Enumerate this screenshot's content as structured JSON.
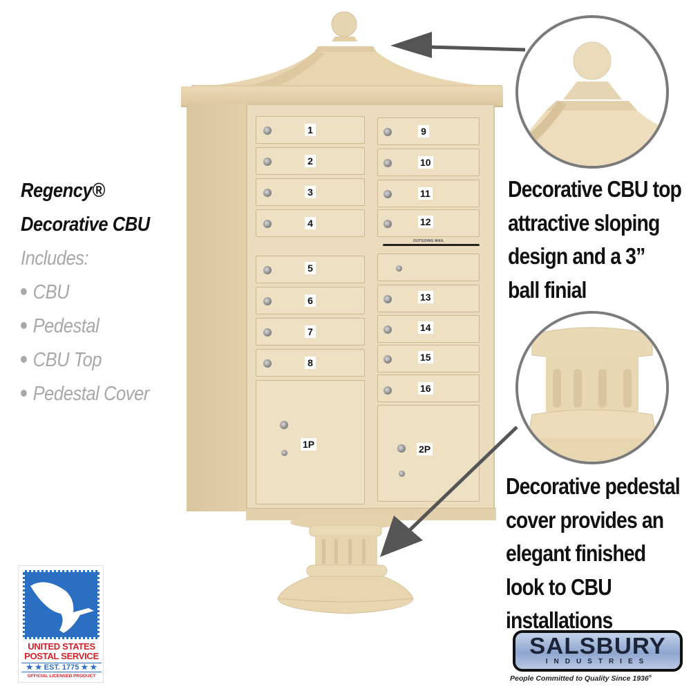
{
  "product": {
    "title_line1": "Regency®",
    "title_line2": "Decorative CBU",
    "includes_label": "Includes:",
    "includes": [
      "CBU",
      "Pedestal",
      "CBU Top",
      "Pedestal Cover"
    ]
  },
  "callouts": {
    "top": [
      "Decorative CBU top",
      "attractive sloping",
      "design and a 3”",
      "ball finial"
    ],
    "bottom": [
      "Decorative pedestal",
      "cover provides an",
      "elegant finished",
      "look to CBU",
      "installations"
    ]
  },
  "mailbox": {
    "left_doors": [
      "1",
      "2",
      "3",
      "4",
      "5",
      "6",
      "7",
      "8"
    ],
    "right_doors": [
      "9",
      "10",
      "11",
      "12",
      "13",
      "14",
      "15",
      "16"
    ],
    "parcel_lockers": [
      "1P",
      "2P"
    ],
    "outgoing_label": "OUTGOING MAIL"
  },
  "usps_logo": {
    "line1": "UNITED STATES",
    "line2": "POSTAL SERVICE",
    "line3": "★ ★ EST. 1775 ★ ★",
    "line4": "OFFICIAL LICENSED PRODUCT"
  },
  "brand_logo": {
    "name": "SALSBURY",
    "sub": "INDUSTRIES",
    "tagline": "People Committed to Quality Since 1936",
    "tagline_mark": "®"
  },
  "colors": {
    "finish_sand": "#eadcbd",
    "usps_blue": "#2a6fc2",
    "usps_red": "#d4222b",
    "arrow_gray": "#555555"
  }
}
